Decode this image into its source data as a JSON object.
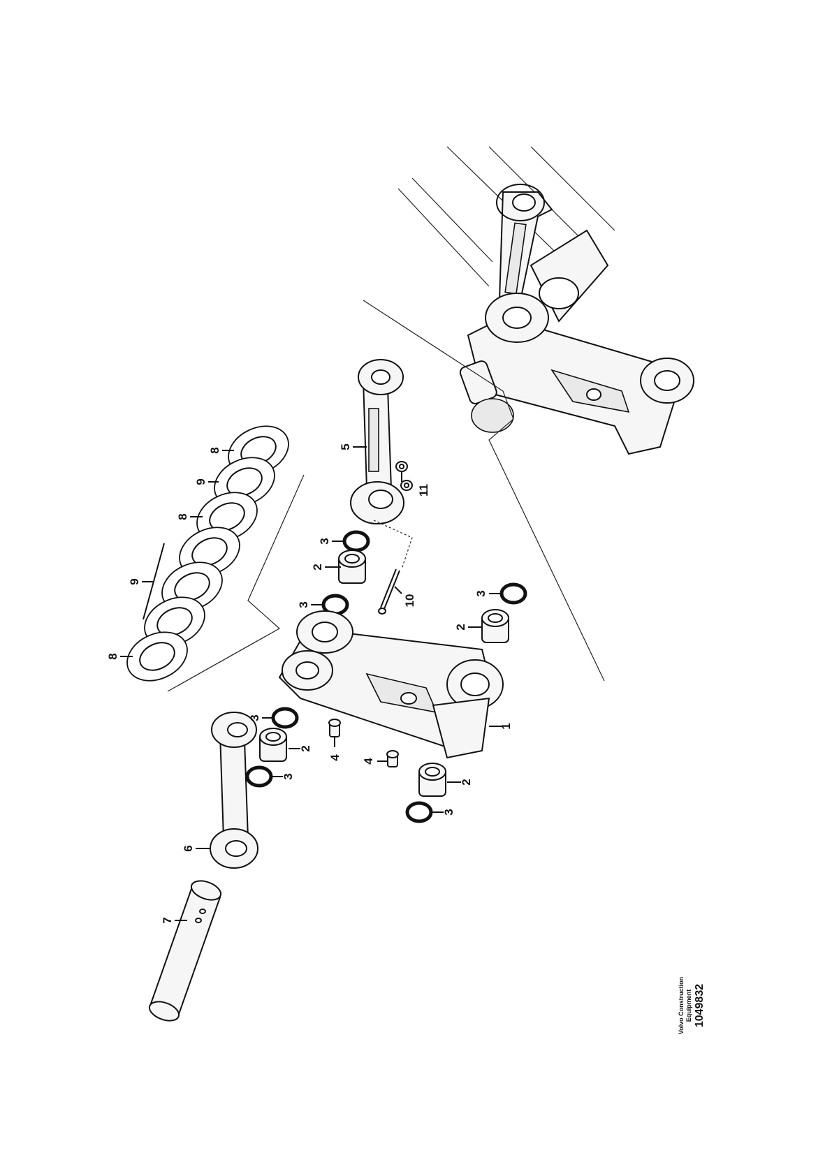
{
  "callouts": {
    "c1": "1",
    "c2": "2",
    "c3": "3",
    "c4": "4",
    "c5": "5",
    "c6": "6",
    "c7": "7",
    "c8": "8",
    "c9": "9",
    "c10": "10",
    "c11": "11"
  },
  "footer": {
    "brand_line1": "Volvo Construction",
    "brand_line2": "Equipment",
    "doc_number": "1049832"
  }
}
